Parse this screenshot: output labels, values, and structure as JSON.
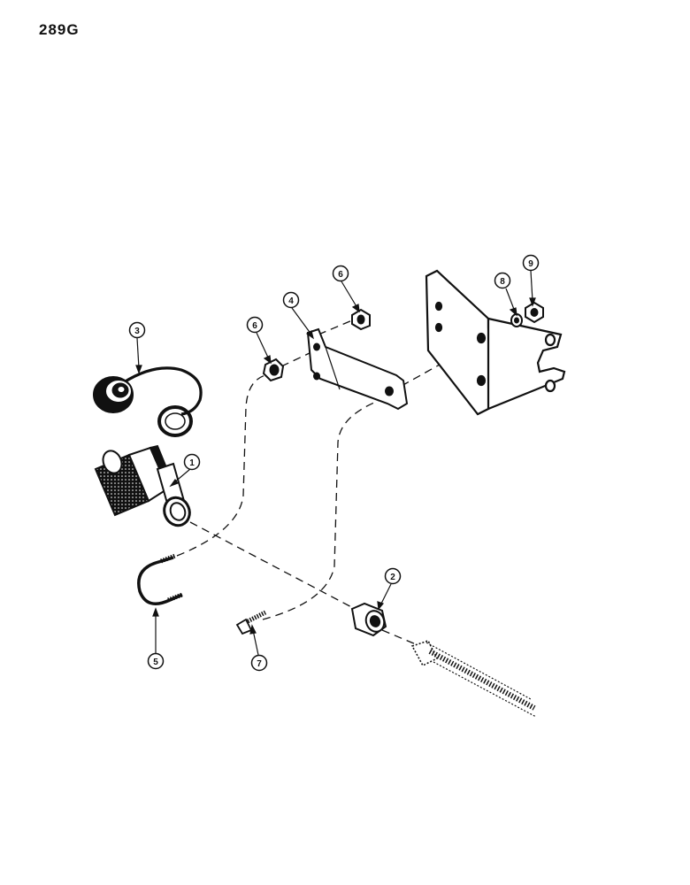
{
  "page": {
    "number": "289G"
  },
  "callouts": [
    {
      "id": "c1",
      "label": "1"
    },
    {
      "id": "c2",
      "label": "2"
    },
    {
      "id": "c3",
      "label": "3"
    },
    {
      "id": "c4",
      "label": "4"
    },
    {
      "id": "c5",
      "label": "5"
    },
    {
      "id": "c6a",
      "label": "6"
    },
    {
      "id": "c6b",
      "label": "6"
    },
    {
      "id": "c7",
      "label": "7"
    },
    {
      "id": "c8",
      "label": "8"
    },
    {
      "id": "c9",
      "label": "9"
    }
  ],
  "colors": {
    "ink": "#111111",
    "paper": "#ffffff"
  }
}
